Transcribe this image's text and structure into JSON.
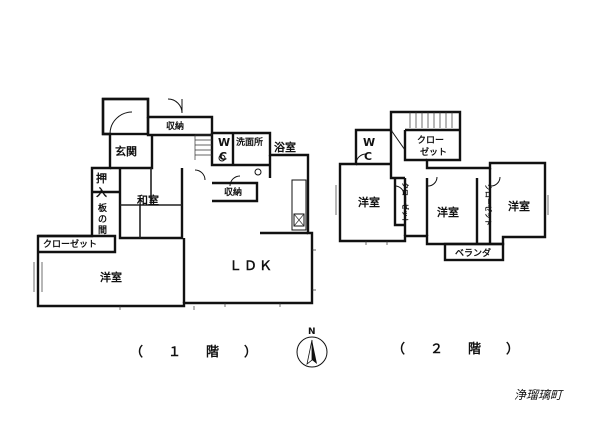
{
  "floor1": {
    "rooms": {
      "storage_top": "収納",
      "genkan": "玄関",
      "wc_w": "W",
      "wc_c": "C",
      "washroom": "洗面所",
      "bath": "浴室",
      "storage_mid": "収納",
      "oshiire_1": "押",
      "oshiire_2": "入",
      "washitsu": "和室",
      "itanoma_1": "板",
      "itanoma_2": "の",
      "itanoma_3": "間",
      "closet": "クローゼット",
      "western": "洋室",
      "ldk": "ＬＤＫ"
    },
    "label": "（　１　階　）"
  },
  "floor2": {
    "rooms": {
      "wc_w": "W",
      "wc_c": "C",
      "closet_top_1": "クロー",
      "closet_top_2": "ゼット",
      "western_left": "洋室",
      "closet_v1": "クローゼット",
      "western_mid": "洋室",
      "closet_v2": "クローゼット",
      "western_right": "洋室",
      "veranda": "ベランダ"
    },
    "label": "（　２　階　）"
  },
  "compass": {
    "north": "N"
  },
  "area_name": "浄瑠璃町"
}
